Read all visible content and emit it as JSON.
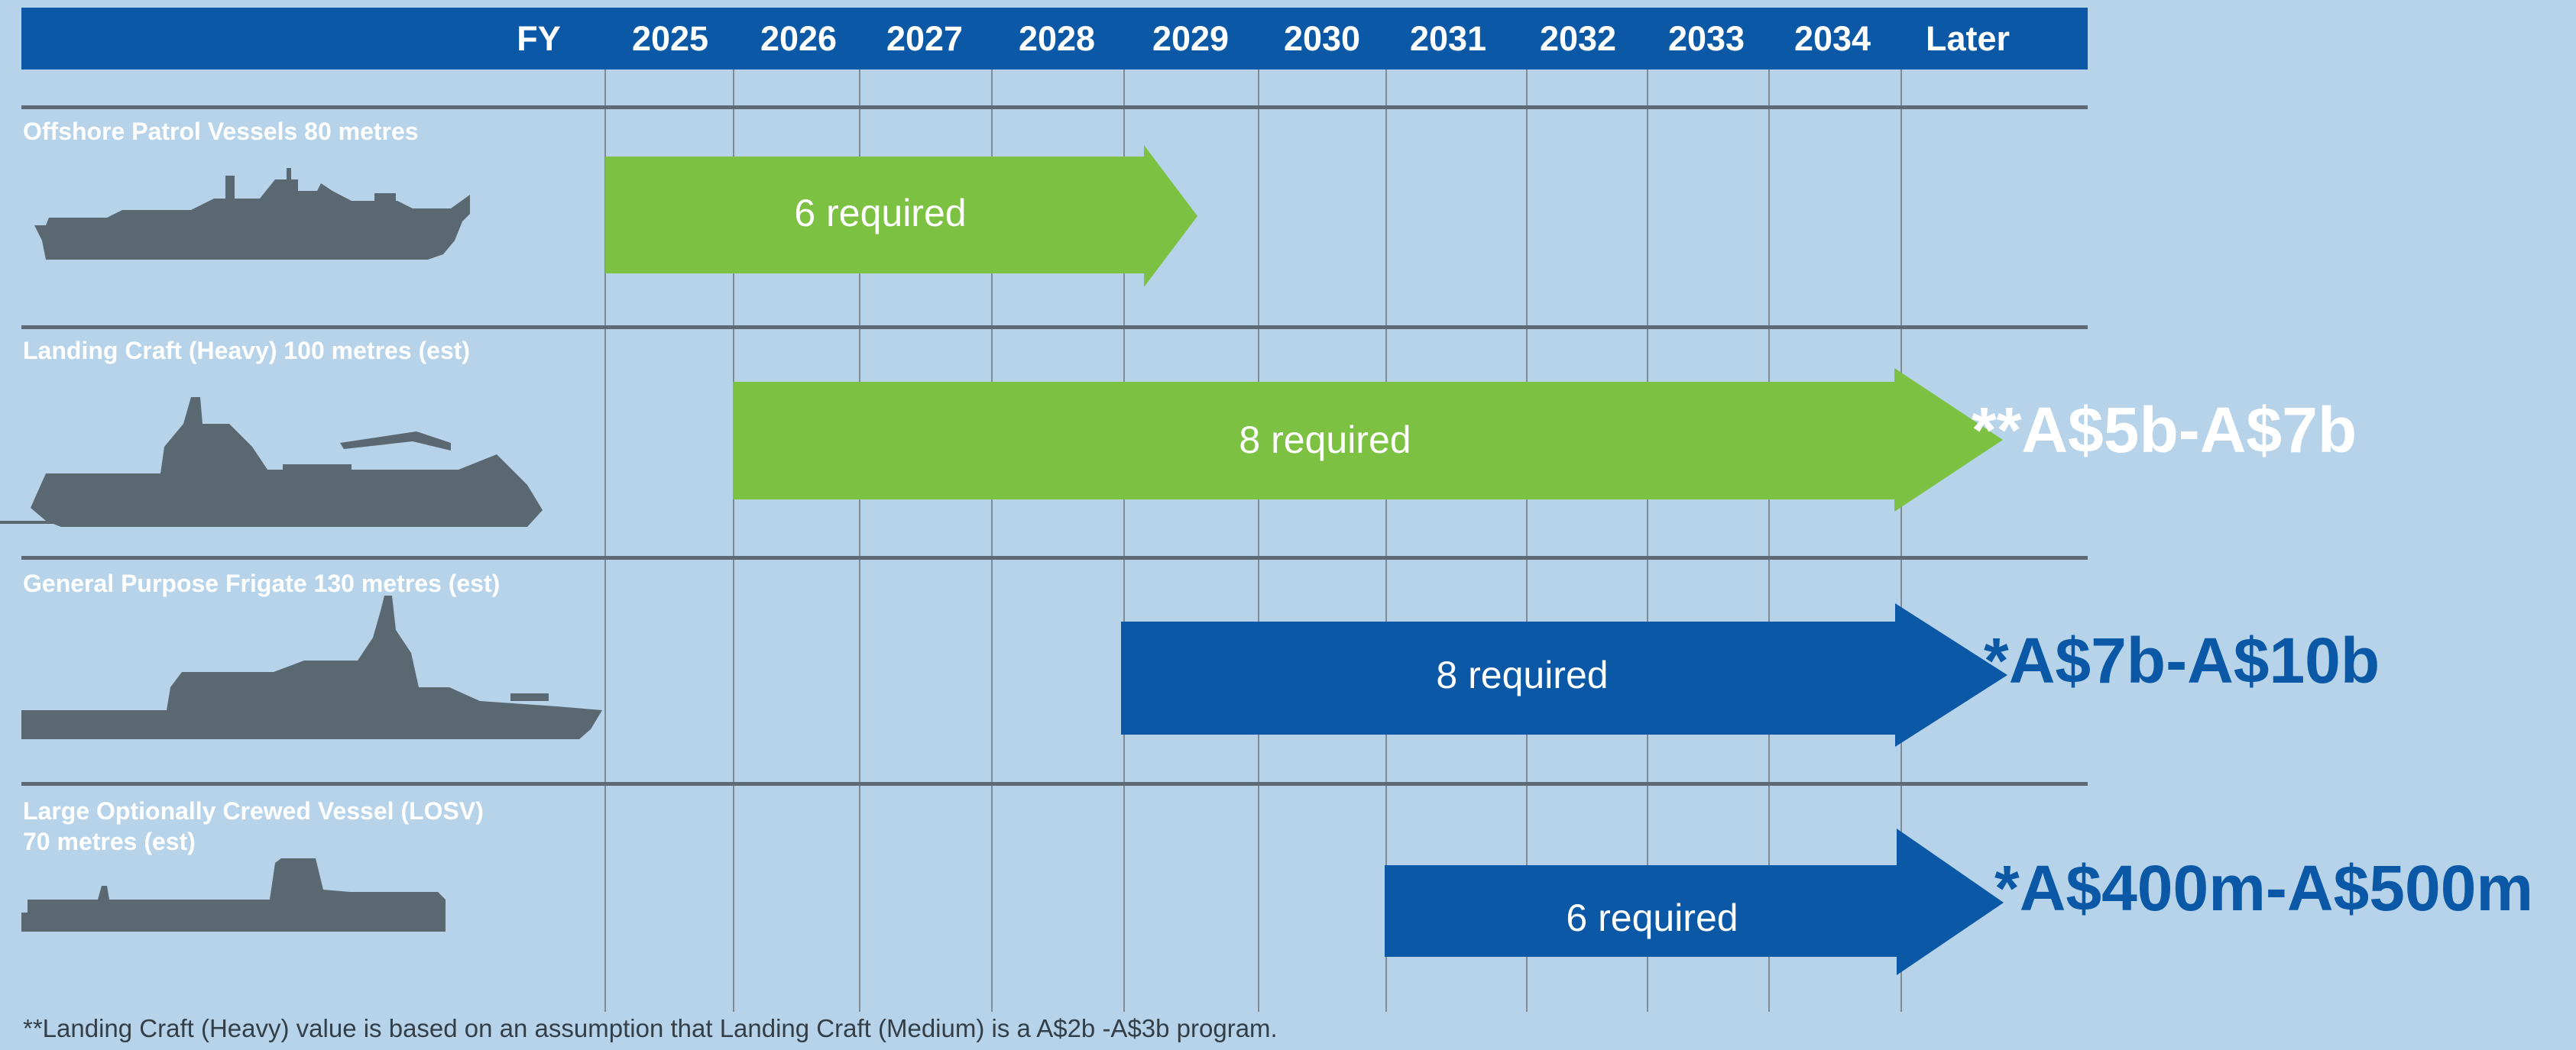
{
  "header": {
    "fy_label": "FY",
    "years": [
      "2025",
      "2026",
      "2027",
      "2028",
      "2029",
      "2030",
      "2031",
      "2032",
      "2033",
      "2034",
      "Later"
    ]
  },
  "vessels": [
    {
      "label": "Offshore Patrol Vessels 80 metres",
      "arrow_text": "6 required",
      "arrow_color": "#7cc142",
      "cost": "",
      "cost_color": ""
    },
    {
      "label": "Landing Craft (Heavy) 100 metres (est)",
      "arrow_text": "8 required",
      "arrow_color": "#7cc142",
      "cost": "**A$5b-A$7b",
      "cost_color": "#ffffff"
    },
    {
      "label": "General Purpose Frigate 130 metres (est)",
      "arrow_text": "8 required",
      "arrow_color": "#0b58a6",
      "cost": "*A$7b-A$10b",
      "cost_color": "#0b58a6"
    },
    {
      "label_line1": "Large Optionally Crewed Vessel (LOSV)",
      "label_line2": "70 metres (est)",
      "arrow_text": "6 required",
      "arrow_color": "#0b58a6",
      "cost": "*A$400m-A$500m",
      "cost_color": "#0b58a6"
    }
  ],
  "footnote": "**Landing Craft (Heavy) value is based on an assumption that Landing Craft (Medium) is a A$2b -A$3b program.",
  "colors": {
    "background": "#b6d3e9",
    "header": "#0b58a6",
    "green": "#7cc142",
    "blue": "#0b58a6",
    "ship": "#5a6871"
  },
  "icons": [
    "offshore-patrol-vessel-silhouette",
    "landing-craft-heavy-silhouette",
    "frigate-silhouette",
    "losv-silhouette"
  ]
}
